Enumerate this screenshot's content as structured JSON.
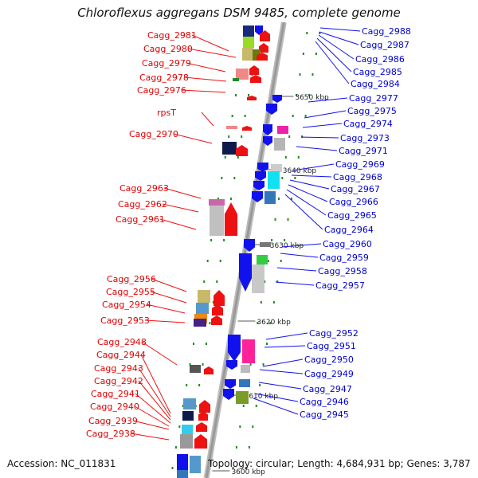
{
  "title": "Chloroflexus aggregans DSM 9485, complete genome",
  "accession_text": "Accession: NC_011831",
  "topology_text": "Topology: circular; Length: 4,684,931 bp; Genes: 3,787",
  "colors": {
    "forward": "#ee1111",
    "reverse": "#1111ee",
    "backbone": "#999999",
    "tick": "#228822"
  },
  "coordinate_labels": [
    "3650 kbp",
    "3640 kbp",
    "3630 kbp",
    "3620 kbp",
    "3610 kbp",
    "3600 kbp"
  ],
  "left_labels": [
    "Cagg_2981",
    "Cagg_2980",
    "Cagg_2979",
    "Cagg_2978",
    "Cagg_2976",
    "rpsT",
    "Cagg_2970",
    "Cagg_2963",
    "Cagg_2962",
    "Cagg_2961",
    "Cagg_2956",
    "Cagg_2955",
    "Cagg_2954",
    "Cagg_2953",
    "Cagg_2948",
    "Cagg_2944",
    "Cagg_2943",
    "Cagg_2942",
    "Cagg_2941",
    "Cagg_2940",
    "Cagg_2939",
    "Cagg_2938"
  ],
  "right_labels": [
    "Cagg_2988",
    "Cagg_2987",
    "Cagg_2986",
    "Cagg_2985",
    "Cagg_2984",
    "Cagg_2977",
    "Cagg_2975",
    "Cagg_2974",
    "Cagg_2973",
    "Cagg_2971",
    "Cagg_2969",
    "Cagg_2968",
    "Cagg_2967",
    "Cagg_2966",
    "Cagg_2965",
    "Cagg_2964",
    "Cagg_2960",
    "Cagg_2959",
    "Cagg_2958",
    "Cagg_2957",
    "Cagg_2952",
    "Cagg_2951",
    "Cagg_2950",
    "Cagg_2949",
    "Cagg_2947",
    "Cagg_2946",
    "Cagg_2945"
  ]
}
